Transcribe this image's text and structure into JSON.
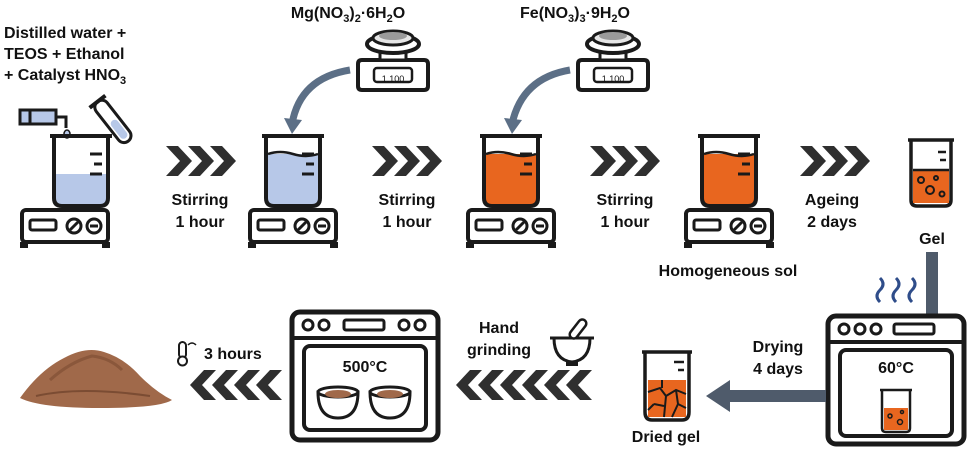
{
  "reagents": {
    "initial_line1": "Distilled water +",
    "initial_line2": "TEOS + Ethanol",
    "initial_line3_prefix": "+ Catalyst HNO",
    "initial_line3_sub": "3",
    "mg_salt": {
      "p1": "Mg(NO",
      "s1": "3",
      "p2": ")",
      "s2": "2",
      "p3": "·6H",
      "s3": "2",
      "p4": "O"
    },
    "fe_salt": {
      "p1": "Fe(NO",
      "s1": "3",
      "p2": ")",
      "s2": "3",
      "p3": "·9H",
      "s3": "2",
      "p4": "O"
    },
    "scale_display": "1.100"
  },
  "steps": {
    "stir1": {
      "line1": "Stirring",
      "line2": "1 hour"
    },
    "stir2": {
      "line1": "Stirring",
      "line2": "1 hour"
    },
    "stir3": {
      "line1": "Stirring",
      "line2": "1 hour"
    },
    "ageing": {
      "line1": "Ageing",
      "line2": "2 days"
    },
    "drying": {
      "line1": "Drying",
      "line2": "4 days"
    },
    "grinding": {
      "line1": "Hand",
      "line2": "grinding"
    },
    "calcination_time": "3 hours"
  },
  "products": {
    "homogeneous_sol": "Homogeneous sol",
    "gel": "Gel",
    "dried_gel": "Dried gel"
  },
  "ovens": {
    "drying_temp": "60°C",
    "calcination_temp": "500°C"
  },
  "colors": {
    "ink": "#1a1a1a",
    "blue_liquid": "#b7c8e8",
    "orange_liquid": "#e8661f",
    "powder": "#a0694a",
    "arrow_dark": "#2f2f2f",
    "arrow_grey": "#4f5b6b",
    "curve_arrow": "#5c6f86",
    "steam_blue": "#2f4d8a"
  }
}
